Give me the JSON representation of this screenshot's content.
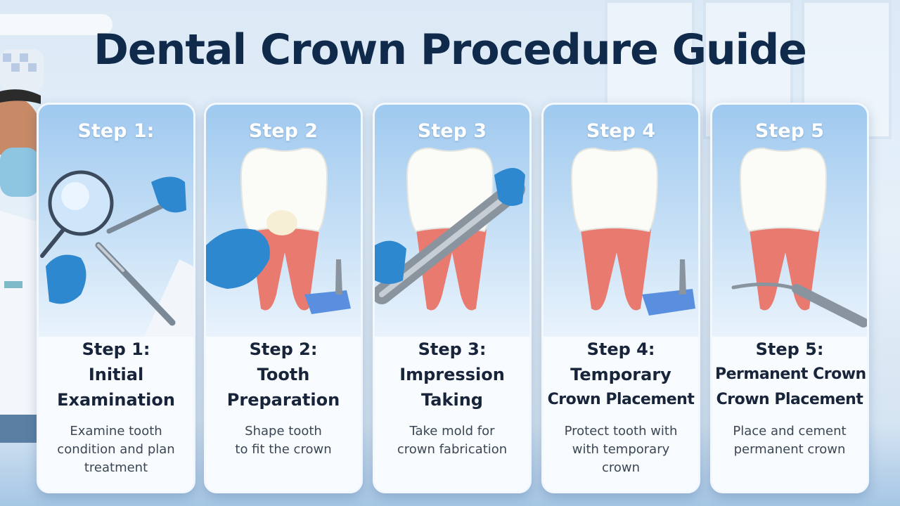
{
  "title": "Dental Crown Procedure Guide",
  "steps": [
    {
      "top_label": "Step 1:",
      "title_lines": [
        "Step 1:",
        "Initial",
        "Examination"
      ],
      "desc_lines": [
        "Examine tooth",
        "condition and plan",
        "treatment"
      ]
    },
    {
      "top_label": "Step 2",
      "title_lines": [
        "Step 2:",
        "Tooth",
        "Preparation"
      ],
      "desc_lines": [
        "Shape tooth",
        "to fit the crown"
      ]
    },
    {
      "top_label": "Step 3",
      "title_lines": [
        "Step 3:",
        "Impression",
        "Taking"
      ],
      "desc_lines": [
        "Take mold for",
        "crown fabrication"
      ]
    },
    {
      "top_label": "Step 4",
      "title_lines": [
        "Step 4:",
        "Temporary",
        "Crown Placement"
      ],
      "desc_lines": [
        "Protect tooth with",
        "with temporary",
        "crown"
      ]
    },
    {
      "top_label": "Step 5",
      "title_lines": [
        "Step 5:",
        "Permanent Crown",
        "Crown Placement"
      ],
      "desc_lines": [
        "Place and cement",
        "permanent crown"
      ]
    }
  ]
}
